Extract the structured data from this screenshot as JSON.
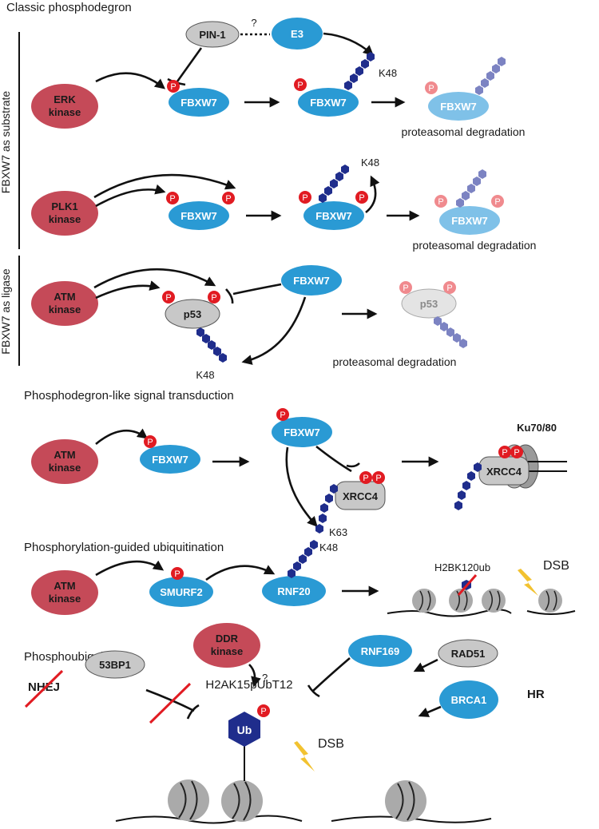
{
  "colors": {
    "kinase": "#c54a58",
    "fbxw7": "#2a9ad4",
    "fbxw7_faded": "#7fc1e8",
    "gray_node": "#c8c8c8",
    "phospho": "#e11b22",
    "phospho_faded": "#f08a8e",
    "ubiquitin": "#1f2d8c",
    "ubiquitin_faded": "#7c83c2",
    "lightning": "#f2c230",
    "cross": "#e11b22"
  },
  "sections": {
    "classic": "Classic phosphodegron",
    "signal": "Phosphodegron-like signal transduction",
    "guided": "Phosphorylation-guided ubiquitination",
    "phosphoub": "Phosphoubiquitin"
  },
  "side_labels": {
    "substrate": "FBXW7 as substrate",
    "ligase": "FBXW7 as ligase"
  },
  "panel1": {
    "kinase_line1": "ERK",
    "kinase_line2": "kinase",
    "pin1": "PIN-1",
    "question": "?",
    "e3": "E3",
    "fbxw7_a": "FBXW7",
    "fbxw7_b": "FBXW7",
    "fbxw7_c": "FBXW7",
    "k48": "K48",
    "degradation": "proteasomal degradation"
  },
  "panel2": {
    "kinase_line1": "PLK1",
    "kinase_line2": "kinase",
    "fbxw7_a": "FBXW7",
    "fbxw7_b": "FBXW7",
    "fbxw7_c": "FBXW7",
    "k48": "K48",
    "degradation": "proteasomal degradation"
  },
  "panel3": {
    "kinase_line1": "ATM",
    "kinase_line2": "kinase",
    "p53_a": "p53",
    "p53_b": "p53",
    "fbxw7": "FBXW7",
    "k48": "K48",
    "degradation": "proteasomal degradation"
  },
  "panel4": {
    "kinase_line1": "ATM",
    "kinase_line2": "kinase",
    "fbxw7_a": "FBXW7",
    "fbxw7_b": "FBXW7",
    "xrcc4_a": "XRCC4",
    "xrcc4_b": "XRCC4",
    "ku": "Ku70/80",
    "k63": "K63"
  },
  "panel5": {
    "kinase_line1": "ATM",
    "kinase_line2": "kinase",
    "smurf2": "SMURF2",
    "rnf20": "RNF20",
    "k48": "K48",
    "h2bk": "H2BK120ub",
    "dsb": "DSB"
  },
  "panel6": {
    "kinase_line1": "DDR",
    "kinase_line2": "kinase",
    "question": "?",
    "bp53": "53BP1",
    "h2ak": "H2AK15pUbT12",
    "rnf169": "RNF169",
    "rad51": "RAD51",
    "brca1": "BRCA1",
    "nhej": "NHEJ",
    "hr": "HR",
    "ub": "Ub",
    "dsb": "DSB"
  },
  "phospho_letter": "P"
}
